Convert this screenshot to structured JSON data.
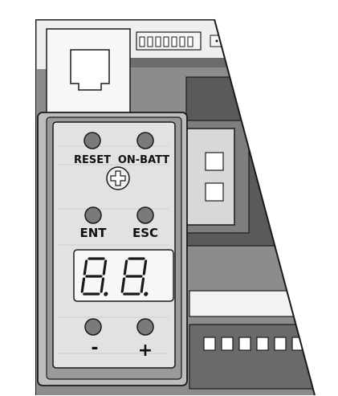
{
  "device": "electronics-board-panel",
  "buttons": {
    "reset": "RESET",
    "on_batt": "ON-BATT",
    "ent": "ENT",
    "esc": "ESC",
    "minus": "-",
    "plus": "+"
  },
  "display": {
    "digit1": "8.",
    "digit2": "8."
  },
  "colors": {
    "outline": "#1a1a1a",
    "panel": "#e2e2e2",
    "board": "#8c8c8c",
    "dark": "#5a5a5a",
    "button": "#7a7a7a",
    "white": "#ffffff"
  }
}
